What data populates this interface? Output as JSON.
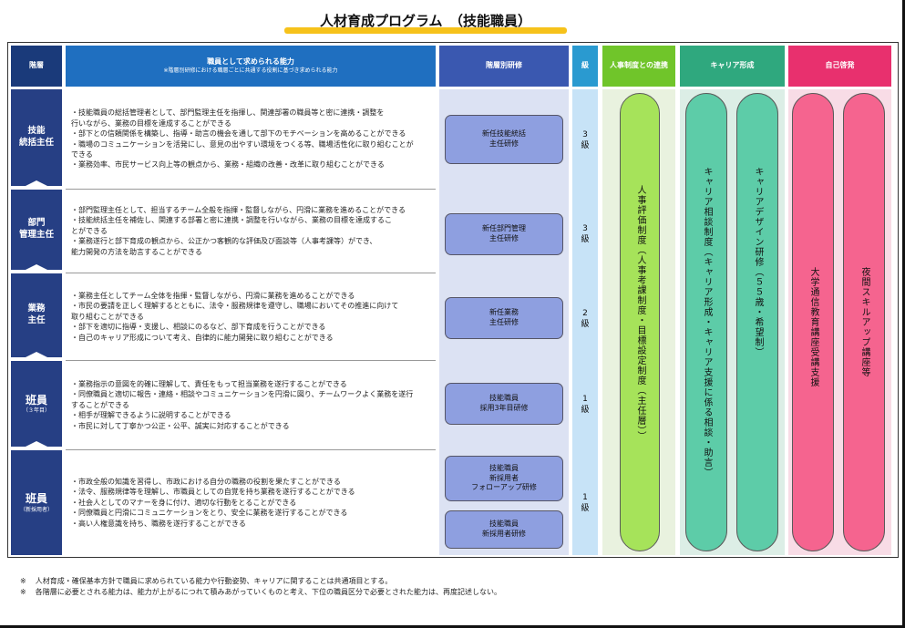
{
  "title": "人材育成プログラム　（技能職員）",
  "header": {
    "kaiso": "階層",
    "noryoku": "職員として求められる能力",
    "noryoku_sub": "※階層別研修における職層ごとに共通する役割に基づき求められる能力",
    "kenshu": "階層別研修",
    "kyu": "級",
    "jinji": "人事制度との連携",
    "career": "キャリア形成",
    "jiko": "自己啓発"
  },
  "levels": [
    {
      "name_line1": "技能",
      "name_line2": "統括主任",
      "name_sub": "",
      "items": [
        "・技能職員の総括管理者として、部門監理主任を指揮し、関連部署の職員等と密に連携・調整を",
        "行いながら、業務の目標を達成することができる",
        "・部下との信頼関係を構築し、指導・助言の機会を通して部下のモチベーションを高めることができる",
        "・職場のコミュニケーションを活発にし、意見の出やすい環境をつくる等、職場活性化に取り組むことが",
        "できる",
        "・業務効率、市民サービス向上等の観点から、業務・組織の改善・改革に取り組むことができる"
      ],
      "kenshu": [
        "新任技能統括",
        "主任研修"
      ],
      "kyu_num": "3",
      "kyu_label": "級"
    },
    {
      "name_line1": "部門",
      "name_line2": "管理主任",
      "name_sub": "",
      "items": [
        "・部門監理主任として、担当するチーム全般を指揮・監督しながら、円滑に業務を進めることができる",
        "・技能統括主任を補佐し、関連する部署と密に連携・調整を行いながら、業務の目標を達成するこ",
        "とができる",
        "・業務遂行と部下育成の観点から、公正かつ客観的な評価及び面談等（人事考課等）ができ、",
        "能力開発の方法を助言することができる"
      ],
      "kenshu": [
        "新任部門管理",
        "主任研修"
      ],
      "kyu_num": "3",
      "kyu_label": "級"
    },
    {
      "name_line1": "業務",
      "name_line2": "主任",
      "name_sub": "",
      "items": [
        "・業務主任としてチーム全体を指揮・監督しながら、円滑に業務を進めることができる",
        "・市民の要請を正しく理解するとともに、法令・服務規律を遵守し、職場においてその推進に向けて",
        "取り組むことができる",
        "・部下を適切に指導・支援し、相談にのるなど、部下育成を行うことができる",
        "・自己のキャリア形成について考え、自律的に能力開発に取り組むことができる"
      ],
      "kenshu": [
        "新任業務",
        "主任研修"
      ],
      "kyu_num": "2",
      "kyu_label": "級"
    },
    {
      "name_line1": "班員",
      "name_line2": "",
      "name_sub": "（３年目）",
      "items": [
        "・業務指示の意図を的確に理解して、責任をもって担当業務を遂行することができる",
        "・同僚職員と適切に報告・連絡・相談やコミュニケーションを円滑に図り、チームワークよく業務を遂行",
        "することができる",
        "・相手が理解できるように説明することができる",
        "・市民に対して丁寧かつ公正・公平、誠実に対応することができる"
      ],
      "kenshu": [
        "技能職員",
        "採用3年目研修"
      ],
      "kyu_num": "1",
      "kyu_label": "級"
    },
    {
      "name_line1": "班員",
      "name_line2": "",
      "name_sub": "（新採用者）",
      "items": [
        "・市政全般の知識を習得し、市政における自分の職務の役割を果たすことができる",
        "・法令、服務規律等を理解し、市職員としての自覚を持ち業務を遂行することができる",
        "・社会人としてのマナーを身に付け、適切な行動をとることができる",
        "・同僚職員と円滑にコミュニケーションをとり、安全に業務を遂行することができる",
        "・高い人権意識を持ち、職務を遂行することができる"
      ],
      "kenshu": [
        "技能職員",
        "新採用者",
        "フォローアップ研修"
      ],
      "kenshu2": [
        "技能職員",
        "新採用者研修"
      ],
      "kyu_num": "1",
      "kyu_label": "級"
    }
  ],
  "pills": {
    "jinji": "人事評価制度（人事考課制度・目標設定制度（主任層））",
    "career1": "キャリア相談制度（キャリア形成・キャリア支援に係る相談・助言）",
    "career2": "キャリアデザイン研修（５５歳・希望制）",
    "jiko1": "大学通信教育講座受講支援",
    "jiko2": "夜間スキルアップ講座等"
  },
  "colors": {
    "level_bg": "#263f84",
    "kenshu_box": "#8e9fe0",
    "jinji_pill": "#a6e35a",
    "career_pill": "#5dcca8",
    "jiko_pill": "#f5648f",
    "title_underline": "#f6c21b"
  },
  "footnotes": [
    {
      "mark": "※",
      "text": "人材育成・確保基本方針で職員に求められている能力や行動姿勢、キャリアに関することは共通項目とする。"
    },
    {
      "mark": "※",
      "text": "各階層に必要とされる能力は、能力が上がるにつれて積みあがっていくものと考え、下位の職員区分で必要とされた能力は、再度記述しない。"
    }
  ]
}
